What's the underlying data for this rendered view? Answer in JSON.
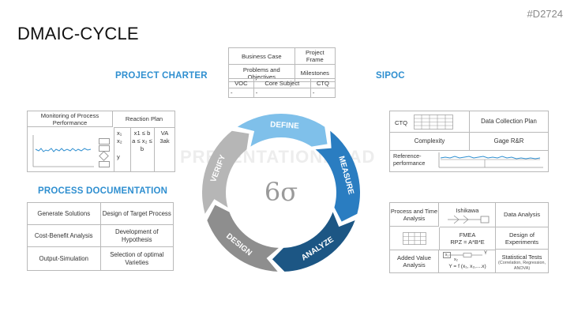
{
  "slide": {
    "title": "DMAIC-CYCLE",
    "code": "#D2724",
    "watermark": "PRESENTATIONLOAD"
  },
  "headings": {
    "project_charter": "PROJECT CHARTER",
    "sipoc": "SIPOC",
    "process_documentation": "PROCESS DOCUMENTATION"
  },
  "cycle": {
    "center_symbol": "6σ",
    "segments": [
      "DEFINE",
      "MEASURE",
      "ANALYZE",
      "DESIGN",
      "VERIFY"
    ],
    "colors": {
      "define": "#7fc0ea",
      "measure": "#2a7dc1",
      "analyze": "#1c5684",
      "design": "#8e8e8e",
      "verify": "#b6b6b6"
    }
  },
  "charter_table": {
    "row1": [
      "Business Case",
      "Project Frame"
    ],
    "row2": [
      "Problems and Objectives",
      "Milestones"
    ]
  },
  "voc_table": {
    "headers": [
      "VOC",
      "Core Subject",
      "CTQ"
    ],
    "values": [
      "-",
      "-",
      "-"
    ]
  },
  "monitoring": {
    "header_left": "Monitoring of Process Performance",
    "header_right": "Reaction Plan",
    "reaction": {
      "col1": [
        "x₁",
        "x₂",
        "y"
      ],
      "col2": [
        "x1 ≤ b",
        "a ≤ x₂ ≤ b"
      ],
      "col3": [
        "VA",
        "3ak"
      ]
    }
  },
  "sipoc_box": {
    "ctq": "CTQ",
    "data_collection": "Data Collection Plan",
    "complexity": "Complexity",
    "gage": "Gage R&R",
    "reference": "Reference-performance"
  },
  "process_doc": {
    "rows": [
      [
        "Generate Solutions",
        "Design of Target Process"
      ],
      [
        "Cost-Benefit Analysis",
        "Development of Hypothesis"
      ],
      [
        "Output-Simulation",
        "Selection of optimal Varieties"
      ]
    ]
  },
  "analysis_box": {
    "process_time": "Process and Time Analysis",
    "ishikawa": "Ishikawa",
    "data_analysis": "Data Analysis",
    "fmea": "FMEA",
    "rpz": "RPZ = A*B*E",
    "design_experiments": "Design of Experiments",
    "added_value": "Added Value Analysis",
    "formula": "Y = f (x₁, x₂,....x)",
    "x1": "x₁",
    "x2": "x₂",
    "y": "Y",
    "statistical": "Statistical Tests",
    "statistical_sub": "(Correlation, Regression, ANOVA)"
  }
}
